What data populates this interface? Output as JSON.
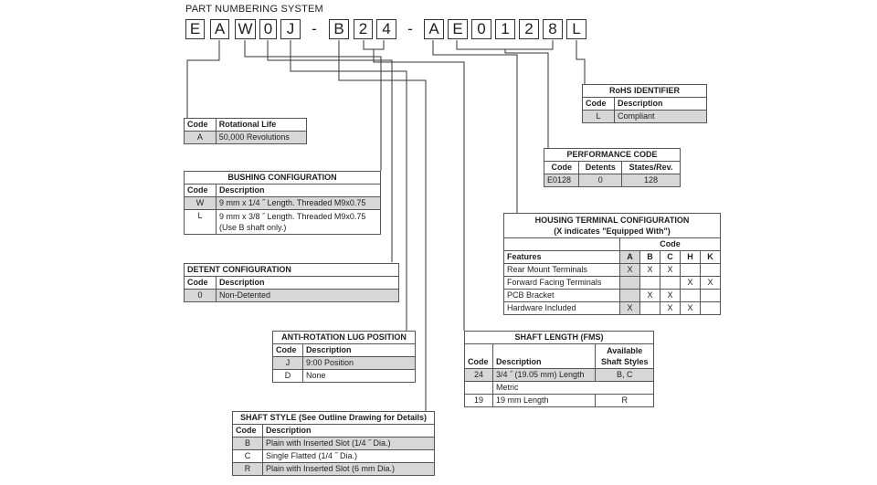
{
  "title": "PART NUMBERING SYSTEM",
  "part_chars": [
    "E",
    "A",
    "W",
    "0",
    "J",
    "-",
    "B",
    "2",
    "4",
    "-",
    "A",
    "E",
    "0",
    "1",
    "2",
    "8",
    "L"
  ],
  "rotational_life": {
    "headers": [
      "Code",
      "Rotational Life"
    ],
    "rows": [
      [
        "A",
        "50,000 Revolutions"
      ]
    ]
  },
  "bushing": {
    "caption": "BUSHING CONFIGURATION",
    "headers": [
      "Code",
      "Description"
    ],
    "rows": [
      [
        "W",
        "9 mm x 1/4 ˝ Length. Threaded M9x0.75"
      ],
      [
        "L",
        "9 mm x 3/8 ˝ Length. Threaded M9x0.75",
        "(Use B shaft only.)"
      ]
    ]
  },
  "detent": {
    "caption": "DETENT CONFIGURATION",
    "headers": [
      "Code",
      "Description"
    ],
    "rows": [
      [
        "0",
        "Non-Detented"
      ]
    ]
  },
  "anti_rotation": {
    "caption": "ANTI-ROTATION LUG POSITION",
    "headers": [
      "Code",
      "Description"
    ],
    "rows": [
      [
        "J",
        "9:00 Position"
      ],
      [
        "D",
        "None"
      ]
    ]
  },
  "shaft_style": {
    "caption": "SHAFT STYLE (See Outline Drawing for Details)",
    "headers": [
      "Code",
      "Description"
    ],
    "rows": [
      [
        "B",
        "Plain with Inserted Slot (1/4 ˝ Dia.)"
      ],
      [
        "C",
        "Single Flatted (1/4 ˝ Dia.)"
      ],
      [
        "R",
        "Plain with Inserted Slot (6 mm Dia.)"
      ]
    ]
  },
  "shaft_length": {
    "caption": "SHAFT LENGTH (FMS)",
    "headers": [
      "Code",
      "Description",
      "Available",
      "Shaft Styles"
    ],
    "rows": [
      [
        "24",
        "3/4 ˝ (19.05 mm) Length",
        "B, C"
      ]
    ],
    "metric_label": "Metric",
    "metric_rows": [
      [
        "19",
        "19 mm Length",
        "R"
      ]
    ]
  },
  "housing": {
    "caption1": "HOUSING TERMINAL CONFIGURATION",
    "caption2": "(X indicates \"Equipped With\")",
    "code_header": "Code",
    "features_header": "Features",
    "codes": [
      "A",
      "B",
      "C",
      "H",
      "K"
    ],
    "rows": [
      {
        "feature": "Rear Mount Terminals",
        "marks": [
          "X",
          "X",
          "X",
          "",
          ""
        ]
      },
      {
        "feature": "Forward Facing Terminals",
        "marks": [
          "",
          "",
          "",
          "X",
          "X"
        ]
      },
      {
        "feature": "PCB Bracket",
        "marks": [
          "",
          "X",
          "X",
          "",
          ""
        ]
      },
      {
        "feature": "Hardware Included",
        "marks": [
          "X",
          "",
          "X",
          "X",
          ""
        ]
      }
    ]
  },
  "performance": {
    "caption": "PERFORMANCE CODE",
    "headers": [
      "Code",
      "Detents",
      "States/Rev."
    ],
    "rows": [
      [
        "E0128",
        "0",
        "128"
      ]
    ]
  },
  "rohs": {
    "caption": "RoHS IDENTIFIER",
    "headers": [
      "Code",
      "Description"
    ],
    "rows": [
      [
        "L",
        "Compliant"
      ]
    ]
  }
}
